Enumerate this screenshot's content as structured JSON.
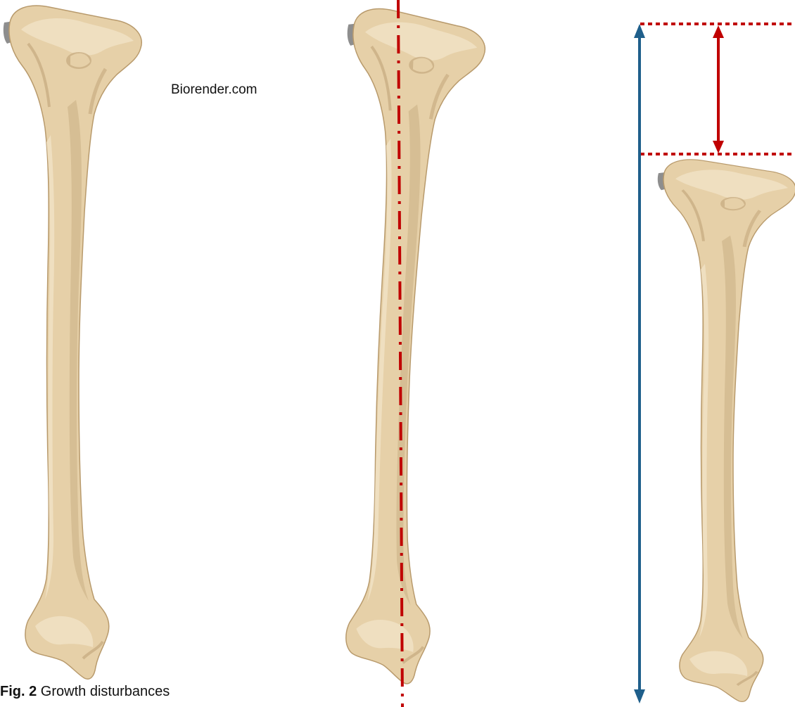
{
  "credit": "Biorender.com",
  "caption": {
    "label": "Fig. 2",
    "text": "Growth disturbances"
  },
  "colors": {
    "bone_fill": "#E6D0A8",
    "bone_shade": "#C9AE83",
    "bone_highlight": "#F1E2C5",
    "bone_outline": "#B89A6C",
    "cartilage_gray": "#8E8E8E",
    "axis_red": "#C00000",
    "length_blue": "#1F5F8B"
  }
}
